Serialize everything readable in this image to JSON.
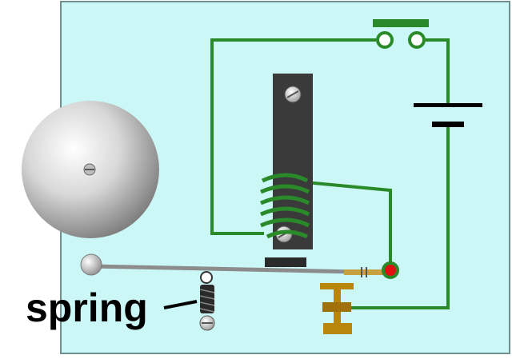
{
  "labels": {
    "spring": "spring"
  },
  "colors": {
    "panel_background": "#ccf7f7",
    "panel_border": "#6f8e8e",
    "wire": "#2a8a2a",
    "bell": "#c8c8c8",
    "electromagnet_core": "#3a3a3a",
    "armature": "#8c8c8c",
    "contact": "#e01010",
    "adjusting_screw": "#b8860b"
  },
  "components": {
    "bell": "bell-dome",
    "switch": "push-button-switch",
    "battery": "battery-cell",
    "electromagnet": "coil-on-iron-core",
    "armature": "striker-arm",
    "spring": "tension-spring",
    "contact_screw": "adjusting-screw"
  }
}
